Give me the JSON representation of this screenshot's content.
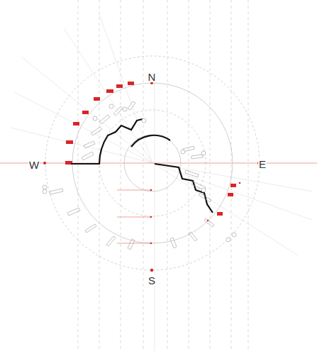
{
  "diagram": {
    "labels": [
      "N",
      "S",
      "E",
      "W"
    ]
  }
}
